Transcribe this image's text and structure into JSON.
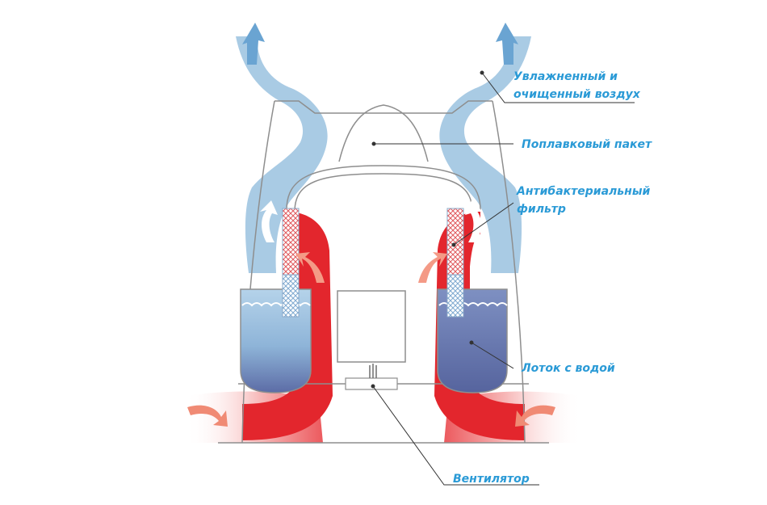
{
  "labels": {
    "humid_air_line1": "Увлажненный и",
    "humid_air_line2": "очищенный воздух",
    "float_pack": "Поплавковый пакет",
    "filter_line1": "Антибактериальный",
    "filter_line2": "фильтр",
    "water_tray": "Лоток с водой",
    "fan": "Вентилятор"
  },
  "colors": {
    "text": "#2a9ad6",
    "outline": "#8e8e8e",
    "cool_air": "#9dc4e0",
    "warm_air": "#e4252b",
    "intake_air": "#f08a74",
    "water_light": "#aacbe4",
    "water_dark": "#5f6fa8"
  }
}
